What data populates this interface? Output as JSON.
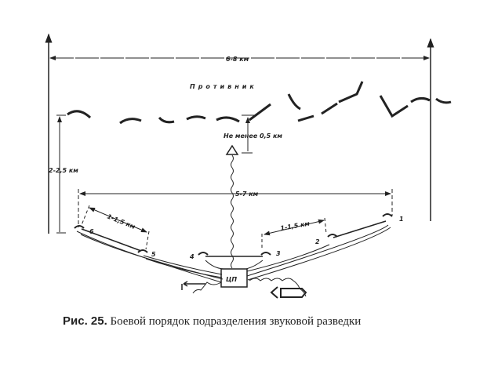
{
  "labels": {
    "width_front": "6-8 км",
    "enemy": "Противник",
    "min_distance": "Не менее 0,5 км",
    "depth": "2-2,5 км",
    "base_width": "5-7 км",
    "spacing_left": "1-1,5 км",
    "spacing_right": "1-1,5 км",
    "command_post": "ЦП"
  },
  "posts": [
    "1",
    "2",
    "3",
    "4",
    "5",
    "6"
  ],
  "caption": {
    "number": "Рис. 25.",
    "text": "Боевой порядок подразделения звуковой разведки"
  }
}
